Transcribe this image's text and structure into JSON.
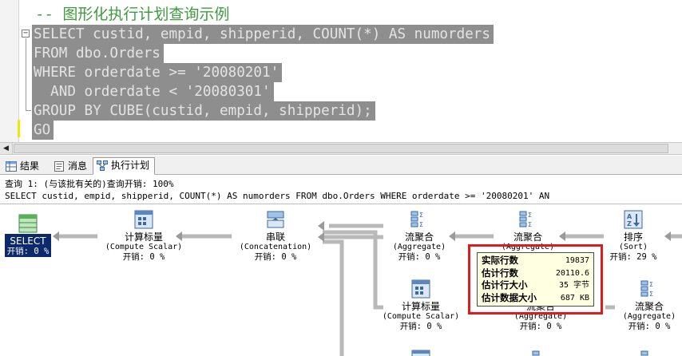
{
  "editor": {
    "comment": "-- 图形化执行计划查询示例",
    "lines": [
      "SELECT custid, empid, shipperid, COUNT(*) AS numorders",
      "FROM dbo.Orders",
      "WHERE orderdate >= '20080201'",
      "  AND orderdate < '20080301'",
      "GROUP BY CUBE(custid, empid, shipperid);",
      "GO"
    ],
    "fold_symbol": "−"
  },
  "scrollbar": {
    "left_arrow": "◀"
  },
  "tabs": [
    {
      "label": "结果",
      "icon": "grid-icon"
    },
    {
      "label": "消息",
      "icon": "message-icon"
    },
    {
      "label": "执行计划",
      "icon": "execution-plan-icon"
    }
  ],
  "plan_header": {
    "cost_line": "查询 1: (与该批有关的)查询开销: 100%",
    "sql_line": "SELECT custid, empid, shipperid, COUNT(*) AS numorders FROM dbo.Orders WHERE orderdate >= '20080201' AN"
  },
  "nodes": {
    "select": {
      "name": "SELECT",
      "cost": "开销: 0 %"
    },
    "compute_scalar_1": {
      "name": "计算标量",
      "sub": "(Compute Scalar)",
      "cost": "开销: 0 %"
    },
    "concatenation": {
      "name": "串联",
      "sub": "(Concatenation)",
      "cost": "开销: 0 %"
    },
    "aggregate_1": {
      "name": "流聚合",
      "sub": "(Aggregate)",
      "cost": "开销: 0 %"
    },
    "aggregate_2": {
      "name": "流聚合",
      "sub": "(Aggregate)",
      "cost": ""
    },
    "sort": {
      "name": "排序",
      "sub": "(Sort)",
      "cost": "开销: 29 %"
    },
    "compute_scalar_2": {
      "name": "计算标量",
      "sub": "(Compute Scalar)",
      "cost": "开销: 0 %"
    },
    "aggregate_3": {
      "name": "流聚合",
      "sub": "(Aggregate)",
      "cost": "开销: 0 %"
    },
    "aggregate_4": {
      "name": "流聚合",
      "sub": "(Aggregate)",
      "cost": "开销: 0 %"
    }
  },
  "tooltip": {
    "rows": [
      {
        "label": "实际行数",
        "value": "19837"
      },
      {
        "label": "估计行数",
        "value": "20110.6"
      },
      {
        "label": "估计行大小",
        "value": "35 字节"
      },
      {
        "label": "估计数据大小",
        "value": "687 KB"
      }
    ]
  },
  "colors": {
    "selection": "#8e8e8e",
    "comment": "#3f9b3f",
    "tooltip_border": "#dd1d1d",
    "tooltip_bg": "#ffffe1",
    "selected_node": "#0c2a6b"
  }
}
